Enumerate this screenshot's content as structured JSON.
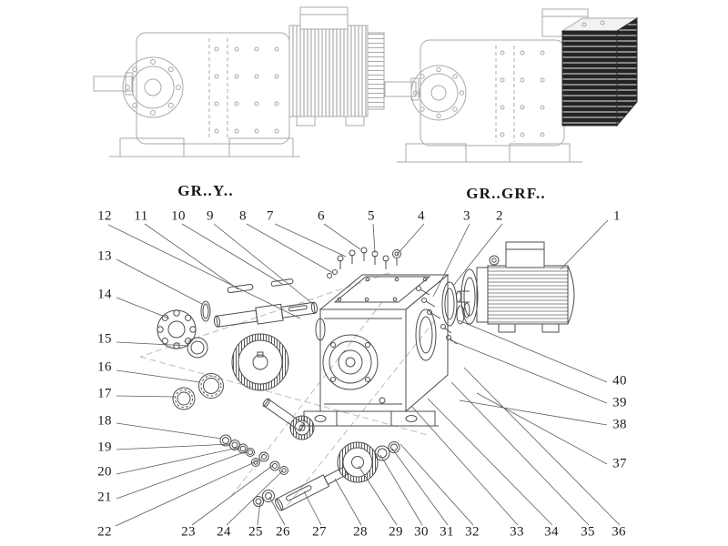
{
  "labels": {
    "left_variant": "GR..Y..",
    "right_variant": "GR..GRF.."
  },
  "callouts": [
    "1",
    "2",
    "3",
    "4",
    "5",
    "6",
    "7",
    "8",
    "9",
    "10",
    "11",
    "12",
    "13",
    "14",
    "15",
    "16",
    "17",
    "18",
    "19",
    "20",
    "21",
    "22",
    "23",
    "24",
    "25",
    "26",
    "27",
    "28",
    "29",
    "30",
    "31",
    "32",
    "33",
    "34",
    "35",
    "36",
    "37",
    "38",
    "39",
    "40"
  ],
  "colors": {
    "background": "#ffffff",
    "light_linework": "#a9a9a9",
    "dark_linework": "#4d4d4d",
    "text": "#1b1b1b",
    "dark_block_fill": "#242424"
  }
}
